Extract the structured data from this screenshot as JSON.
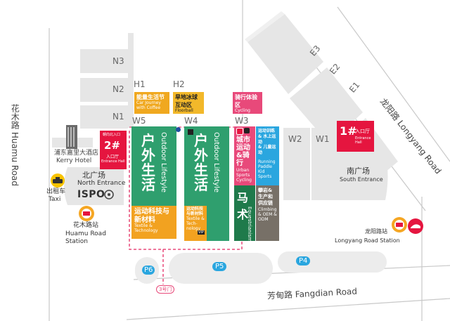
{
  "map": {
    "colors": {
      "hall_green": "#2f9f6e",
      "hall_orange": "#f2a220",
      "hall_pink": "#e8497a",
      "hall_blue": "#2aa6df",
      "hall_dark_green": "#1f7a4b",
      "hall_gray": "#777067",
      "entrance_red": "#e5153f",
      "metro_orange": "#f5a623",
      "building_gray": "#e6e6e6"
    },
    "buildings": {
      "N3": "N3",
      "N2": "N2",
      "N1": "N1",
      "E3": "E3",
      "E2": "E2",
      "E1": "E1",
      "W1": "W1",
      "W2": "W2",
      "P6": "P6",
      "P5": "P5",
      "P4": "P4"
    },
    "zone_labels": {
      "H1": "H1",
      "H2": "H2",
      "W5": "W5",
      "W4": "W4",
      "W3": "W3"
    },
    "h1": {
      "zh": "能量生活节",
      "en": "Car Journey with Coffee"
    },
    "h2": {
      "zh": "旱地冰球互动区",
      "en": "Floorball"
    },
    "cycling_box": {
      "zh": "骑行体验区",
      "en": "Cycling"
    },
    "w5": {
      "zh": "户外生活",
      "en": "Outdoor Lifestyle",
      "sub_zh": "运动科技与新材料",
      "sub_en": "Textile & Technology"
    },
    "w4": {
      "zh": "户外生活",
      "en": "Outdoor Lifestyle",
      "sub_zh": "运动科技与新材料",
      "sub_en": "Textile & Tech-nology",
      "vip": "VIP"
    },
    "w3": {
      "urban_zh": "城市运动&骑行",
      "urban_en": "Urban Sports Cycling",
      "kids_lines": [
        "运动训练",
        "& 水上运动",
        "& 儿童运动"
      ],
      "kids_en": "Running Paddle Kid Sports",
      "horse_zh": "马术",
      "horse_en": "Equestrianism",
      "climb_zh": "攀岩&生产和供应链",
      "climb_en": "Climbing & OEM & ODM"
    },
    "entrance_west": {
      "note_zh": "朝向北入口",
      "num": "2#",
      "zh": "入口厅",
      "en": "Entrance Hall"
    },
    "entrance_east": {
      "num": "1#",
      "zh": "入口厅",
      "en": "Entrance Hall"
    },
    "kerry": {
      "zh": "浦东嘉里大酒店",
      "en": "Kerry Hotel"
    },
    "north_entrance": {
      "zh": "北广场",
      "en": "North Entrance"
    },
    "ispo": "ISPO",
    "south_entrance": {
      "zh": "南广场",
      "en": "South Entrance"
    },
    "taxi": {
      "zh": "出租车",
      "en": "Taxi"
    },
    "huamu_station": {
      "zh": "花木路站",
      "en": "Huamu Road Station"
    },
    "longyang_station": {
      "zh": "龙阳路站",
      "en": "Longyang Road Station"
    },
    "roads": {
      "huamu": "花木路 Huamu Road",
      "longyang": "龙阳路 Longyang Road",
      "fangdian": "芳甸路 Fangdian Road"
    },
    "gate3": "3号门"
  }
}
